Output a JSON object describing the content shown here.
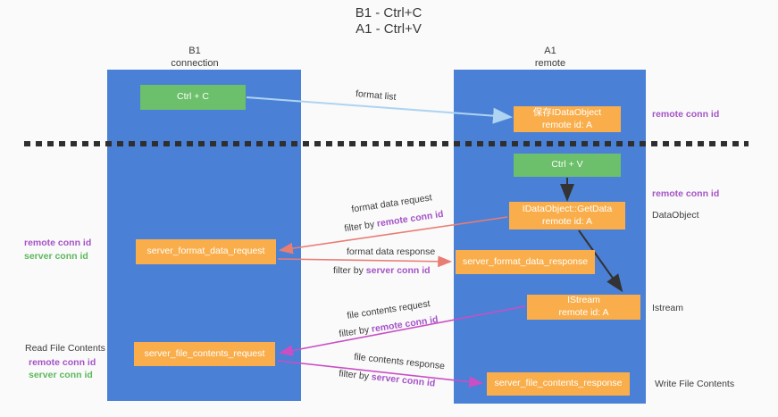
{
  "title": {
    "line1": "B1 - Ctrl+C",
    "line2": "A1 - Ctrl+V"
  },
  "columns": {
    "left": {
      "line1": "B1",
      "line2": "connection"
    },
    "right": {
      "line1": "A1",
      "line2": "remote"
    }
  },
  "boxes": {
    "ctrl_c": "Ctrl + C",
    "ctrl_v": "Ctrl + V",
    "save_idataobject": {
      "line1": "保存IDataObject",
      "line2": "remote id: A"
    },
    "getdata": {
      "line1": "IDataObject::GetData",
      "line2": "remote id: A"
    },
    "istream": {
      "line1": "IStream",
      "line2": "remote id: A"
    },
    "server_format_data_request": "server_format_data_request",
    "server_format_data_response": "server_format_data_response",
    "server_file_contents_request": "server_file_contents_request",
    "server_file_contents_response": "server_file_contents_response"
  },
  "labels": {
    "format_list": "format list",
    "format_data_request": "format data request",
    "format_data_response": "format data response",
    "file_contents_request": "file contents request",
    "file_contents_response": "file contents response",
    "filter_by": "filter by ",
    "remote_conn_id": "remote conn id",
    "server_conn_id": "server conn id",
    "dataobject": "DataObject",
    "istream_side": "Istream",
    "read_file_contents": "Read File Contents",
    "write_file_contents": "Write File Contents"
  },
  "colors": {
    "column_blue": "#4a80d6",
    "box_orange": "#f9ae4b",
    "box_green": "#6cbf6b",
    "arrow_light_blue": "#aed4f2",
    "arrow_red": "#e87d74",
    "arrow_magenta": "#c94fc4",
    "arrow_black": "#333333",
    "text_purple": "#a553c7",
    "text_green": "#5cb85c",
    "text_dark": "#3c3c3c"
  }
}
